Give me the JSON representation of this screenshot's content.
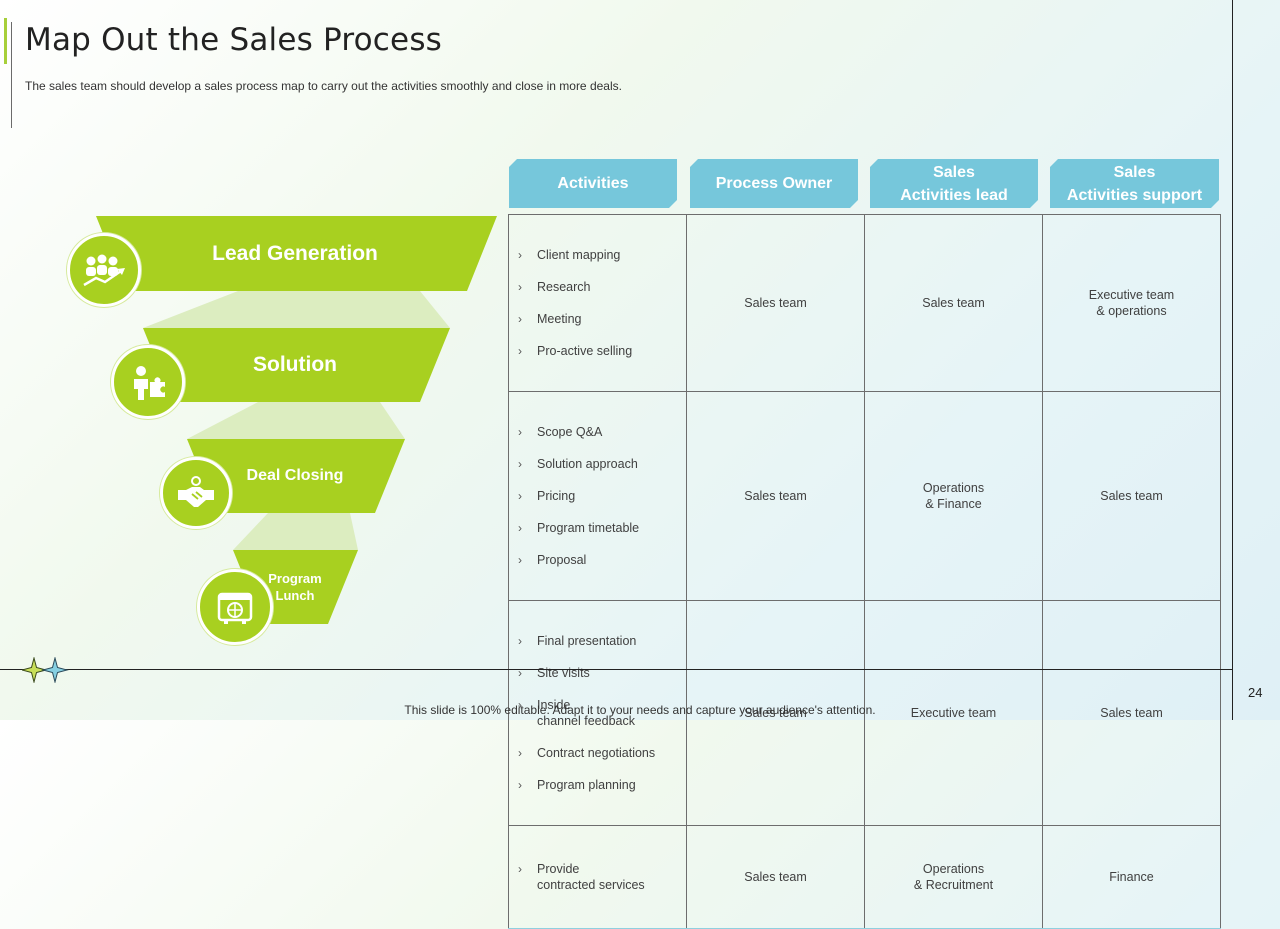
{
  "title": "Map Out the Sales Process",
  "subtitle": "The sales team should develop a sales process map to carry out the activities smoothly and close in more deals.",
  "page_number": "24",
  "footer": "This slide is 100% editable. Adapt it to your needs and capture your audience's attention.",
  "colors": {
    "stage_green": "#a8d020",
    "header_blue": "#76c7db",
    "connector_green": "#dcedc0"
  },
  "stages": [
    {
      "label": "Lead Generation",
      "icon": "people-growth-icon"
    },
    {
      "label": "Solution",
      "icon": "person-puzzle-icon"
    },
    {
      "label": "Deal Closing",
      "icon": "handshake-icon"
    },
    {
      "label": "Program Lunch",
      "icon": "calendar-globe-icon"
    }
  ],
  "table": {
    "headers": [
      "Activities",
      "Process Owner",
      "Sales\nActivities lead",
      "Sales\nActivities support"
    ],
    "rows": [
      {
        "activities": [
          "Client mapping",
          "Research",
          "Meeting",
          "Pro-active  selling"
        ],
        "owner": "Sales team",
        "lead": "Sales team",
        "support": "Executive team\n& operations"
      },
      {
        "activities": [
          "Scope Q&A",
          "Solution approach",
          "Pricing",
          "Program timetable",
          "Proposal"
        ],
        "owner": "Sales team",
        "lead": "Operations\n& Finance",
        "support": "Sales team"
      },
      {
        "activities": [
          "Final presentation",
          "Site visits",
          "Inside\nchannel feedback",
          "Contract negotiations",
          "Program planning"
        ],
        "owner": "Sales team",
        "lead": "Executive team",
        "support": "Sales team"
      },
      {
        "activities": [
          "Provide\ncontracted services"
        ],
        "owner": "Sales team",
        "lead": "Operations\n& Recruitment",
        "support": "Finance"
      }
    ]
  }
}
